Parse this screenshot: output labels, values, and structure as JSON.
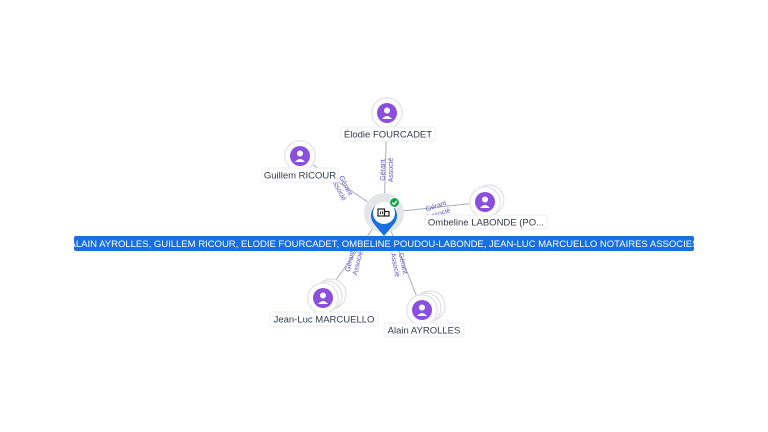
{
  "company": {
    "name": "ALAIN AYROLLES, GUILLEM RICOUR, ELODIE FOURCADET, OMBELINE POUDOU-LABONDE, JEAN-LUC MARCUELLO NOTAIRES ASSOCIES",
    "icon": "building-icon",
    "status_icon": "check-icon"
  },
  "persons": [
    {
      "id": "elodie",
      "name": "Élodie FOURCADET",
      "relation": [
        "Gérant",
        "Associé"
      ],
      "stack": 1
    },
    {
      "id": "guillem",
      "name": "Guillem RICOUR",
      "relation": [
        "Gérant",
        "Associé"
      ],
      "stack": 1
    },
    {
      "id": "ombeline",
      "name": "Ombeline LABONDE (PO...",
      "relation": [
        "Gérant",
        "Associé"
      ],
      "stack": 2
    },
    {
      "id": "jeanluc",
      "name": "Jean-Luc MARCUELLO",
      "relation": [
        "Gérant",
        "Associé"
      ],
      "stack": 3
    },
    {
      "id": "alain",
      "name": "Alain AYROLLES",
      "relation": [
        "Gérant",
        "Associé"
      ],
      "stack": 3
    }
  ],
  "colors": {
    "accent": "#1a6fe0",
    "person": "#8a4fdc",
    "edge": "#a9adb6",
    "edge_label": "#5b54c8",
    "status": "#19a04b"
  }
}
